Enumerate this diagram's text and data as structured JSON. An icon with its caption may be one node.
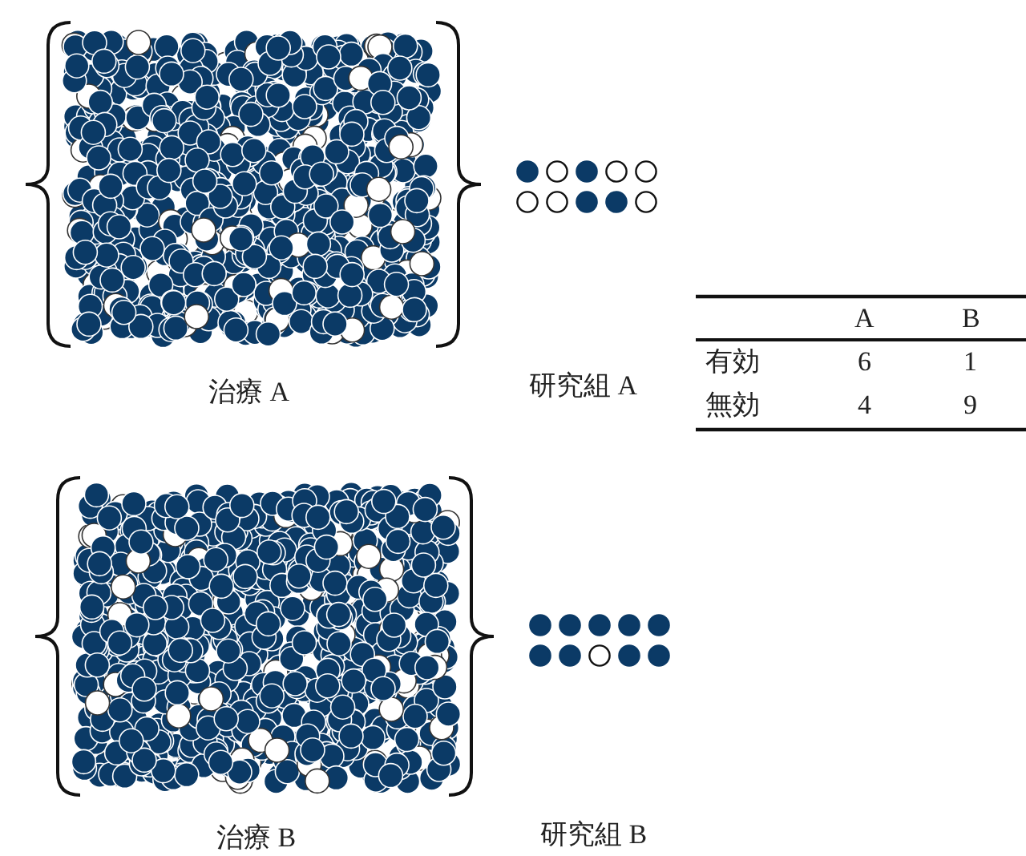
{
  "diagram": {
    "labels": [
      "治療 A",
      "研究組 A",
      "A",
      "B",
      "有効",
      "6",
      "1",
      "無効",
      "4",
      "9",
      "治療 B",
      "研究組 B"
    ]
  }
}
